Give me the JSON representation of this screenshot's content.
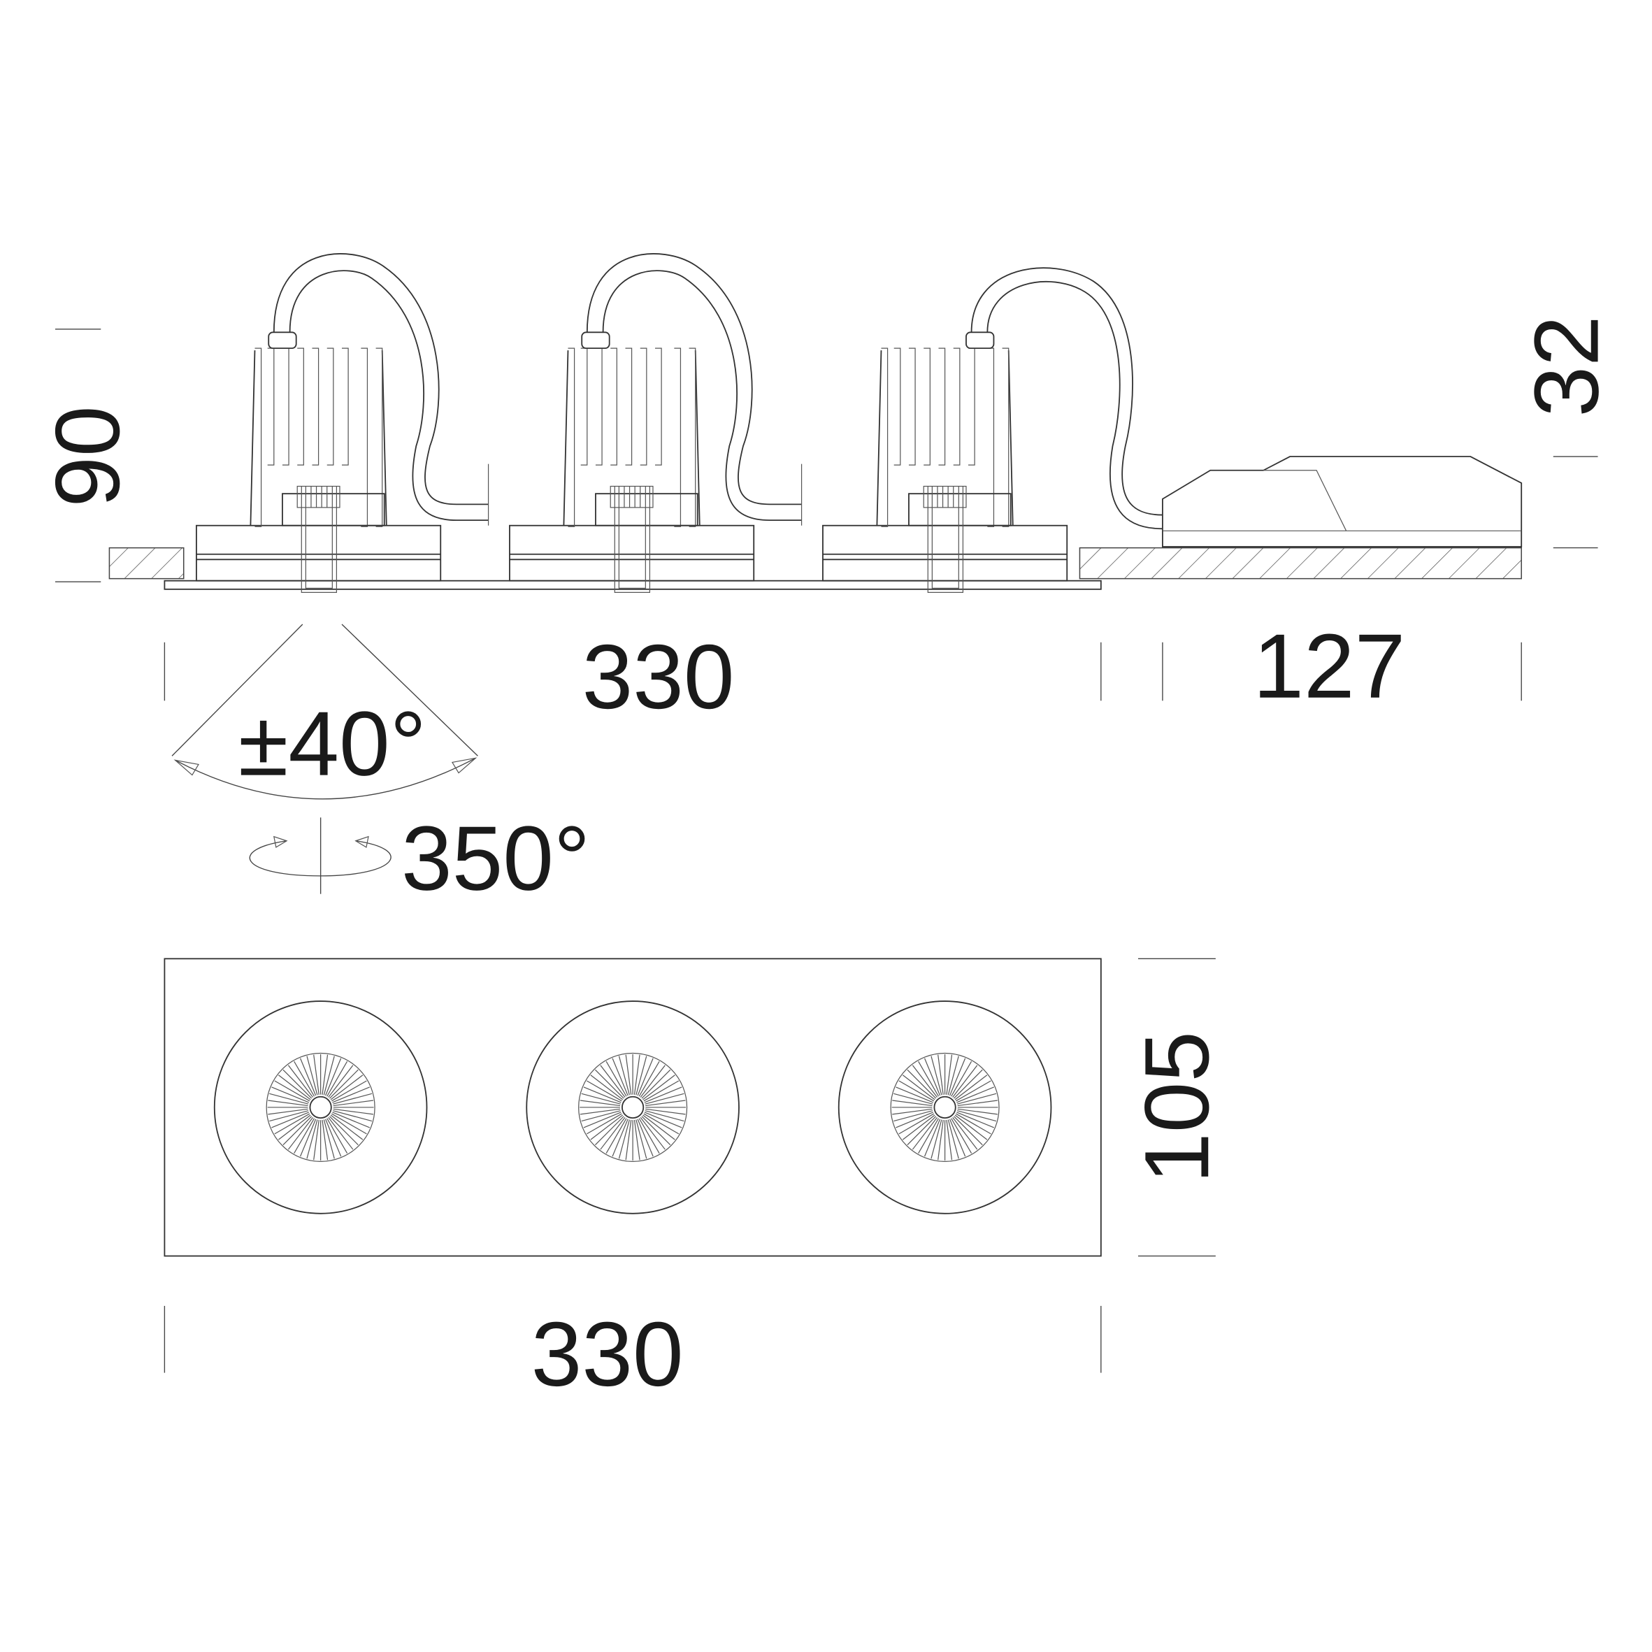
{
  "dimensions": {
    "height_total": "90",
    "driver_height": "32",
    "side_width": "330",
    "driver_length": "127",
    "tilt_angle": "±40°",
    "rotation_angle": "350°",
    "top_width": "330",
    "top_depth": "105"
  },
  "luminaire_count": 3,
  "colors": {
    "line": "#333333",
    "text": "#1a1a1a"
  }
}
